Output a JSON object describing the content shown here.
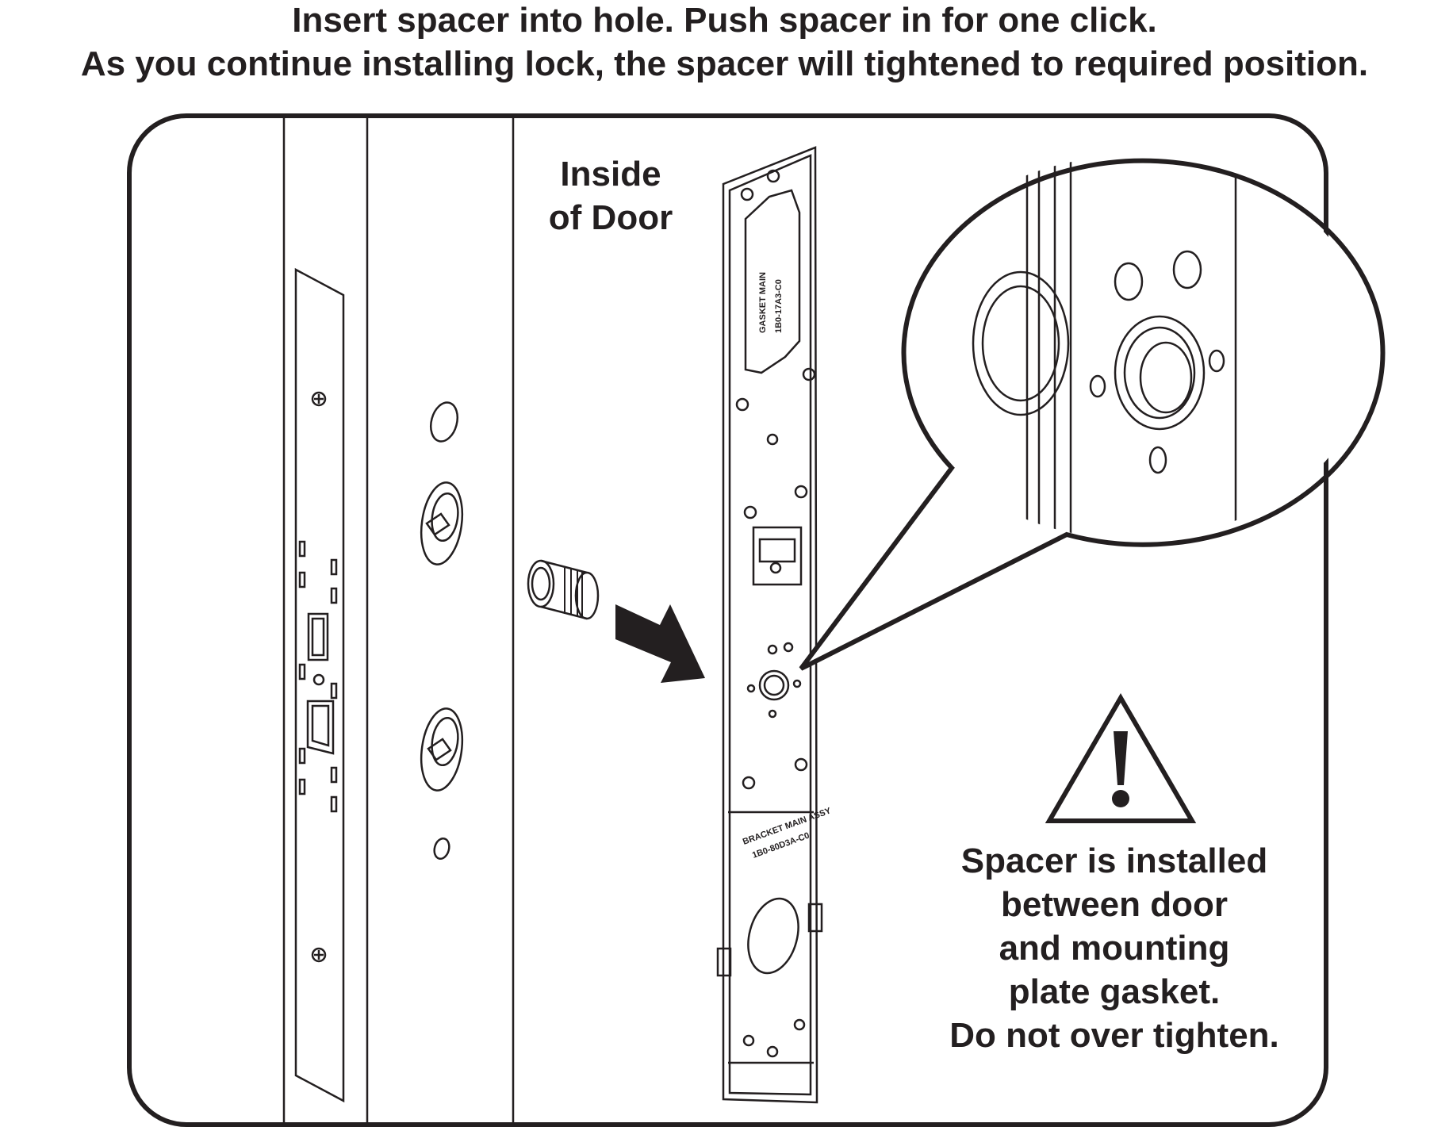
{
  "heading": {
    "line1": "Insert spacer into hole. Push spacer in for one click.",
    "line2": "As you continue installing lock, the spacer will tightened to required position."
  },
  "labels": {
    "inside_door": [
      "Inside",
      "of Door"
    ],
    "plate_gasket_top": [
      "GASKET MAIN",
      "1B0-17A3-C0"
    ],
    "plate_bracket_bottom": [
      "BRACKET MAIN ASSY",
      "1B0-80D3A-C0"
    ]
  },
  "warning": {
    "icon": "warning-triangle-icon",
    "text_lines": [
      "Spacer is installed",
      "between door",
      "and mounting",
      "plate gasket.",
      "Do not over tighten."
    ]
  }
}
